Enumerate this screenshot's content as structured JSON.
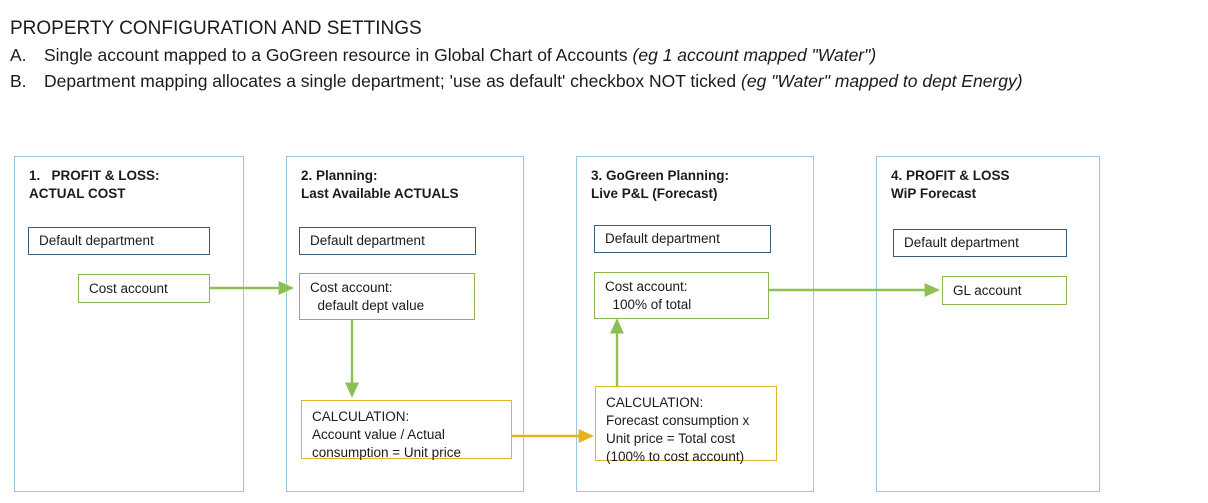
{
  "header": {
    "title": "PROPERTY CONFIGURATION AND SETTINGS",
    "items": [
      {
        "marker": "A.",
        "text": "Single account mapped to a GoGreen resource in Global Chart of Accounts ",
        "emphasis": "(eg 1 account mapped \"Water\")"
      },
      {
        "marker": "B.",
        "text": "Department mapping allocates a single department; 'use as default' checkbox NOT ticked ",
        "emphasis": "(eg \"Water\" mapped to dept Energy)"
      }
    ]
  },
  "colors": {
    "panel_border": "#9dc6e0",
    "dept_box_border": "#3e5c76",
    "green_box_border": "#8cb84b",
    "calc_box_border": "#e0b52a",
    "green_arrow": "#8cc152",
    "yellow_arrow": "#e8b11e",
    "text": "#1b1b1b"
  },
  "panels": [
    {
      "id": "panel-1",
      "title_line1": "1.   PROFIT & LOSS:",
      "title_line2": "ACTUAL COST",
      "dept_box": "Default department",
      "green_box_line1": "Cost account",
      "green_box_line2": "",
      "calc_box": null
    },
    {
      "id": "panel-2",
      "title_line1": "2. Planning:",
      "title_line2": "Last Available ACTUALS",
      "dept_box": "Default department",
      "green_box_line1": "Cost account:",
      "green_box_line2": "  default dept value",
      "calc_box": {
        "line1": "CALCULATION:",
        "line2": "Account value / Actual",
        "line3": "consumption = Unit price",
        "line4": ""
      }
    },
    {
      "id": "panel-3",
      "title_line1": "3. GoGreen Planning:",
      "title_line2": "Live P&L (Forecast)",
      "dept_box": "Default department",
      "green_box_line1": "Cost account:",
      "green_box_line2": "  100% of total",
      "calc_box": {
        "line1": "CALCULATION:",
        "line2": "Forecast consumption x",
        "line3": "Unit price = Total cost",
        "line4": "(100% to cost account)"
      }
    },
    {
      "id": "panel-4",
      "title_line1": "4. PROFIT & LOSS",
      "title_line2": "WiP Forecast",
      "dept_box": "Default department",
      "green_box_line1": "GL account",
      "green_box_line2": "",
      "calc_box": null
    }
  ],
  "arrows": [
    {
      "name": "arrow-cost-account-1-to-2",
      "color": "green",
      "direction": "right"
    },
    {
      "name": "arrow-cost-account-2-to-calculation-2",
      "color": "green",
      "direction": "down"
    },
    {
      "name": "arrow-calculation-2-to-calculation-3",
      "color": "yellow",
      "direction": "right"
    },
    {
      "name": "arrow-calculation-3-to-cost-account-3",
      "color": "green",
      "direction": "up"
    },
    {
      "name": "arrow-cost-account-3-to-gl-account-4",
      "color": "green",
      "direction": "right"
    }
  ]
}
